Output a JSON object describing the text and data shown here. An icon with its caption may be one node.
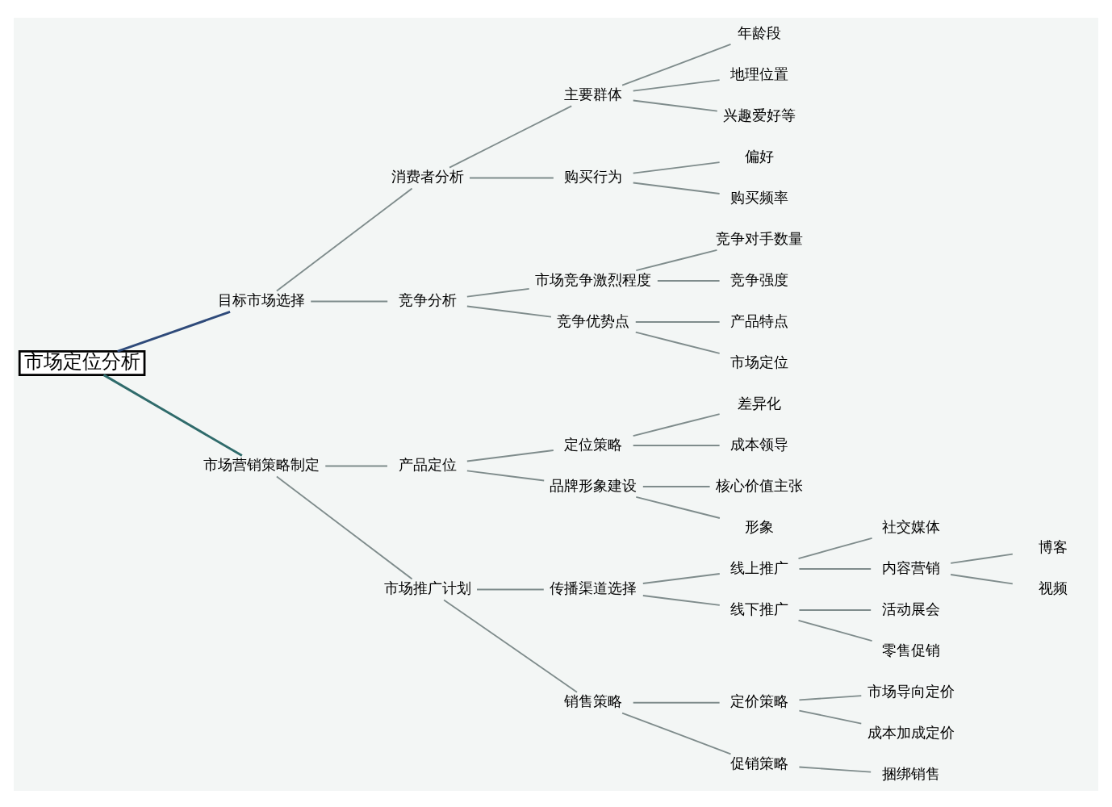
{
  "diagram": {
    "nodes": [
      {
        "text": [
          "市场定位分析"
        ]
      },
      {
        "text": [
          "目标市场选择"
        ]
      },
      {
        "text": [
          "消费者分析"
        ]
      },
      {
        "text": [
          "主要群体"
        ]
      },
      {
        "text": [
          "年龄段"
        ]
      },
      {
        "text": [
          "地理位置"
        ]
      },
      {
        "text": [
          "兴趣爱好等"
        ]
      },
      {
        "text": [
          "购买行为"
        ]
      },
      {
        "text": [
          "偏好"
        ]
      },
      {
        "text": [
          "购买频率"
        ]
      },
      {
        "text": [
          "竞争分析"
        ]
      },
      {
        "text": [
          "市场竞争激烈程度"
        ]
      },
      {
        "text": [
          "竞争对手数量"
        ]
      },
      {
        "text": [
          "竞争强度"
        ]
      },
      {
        "text": [
          "竞争优势点"
        ]
      },
      {
        "text": [
          "产品特点"
        ]
      },
      {
        "text": [
          "市场定位"
        ]
      },
      {
        "text": [
          "市场营销策略制定"
        ]
      },
      {
        "text": [
          "产品定位"
        ]
      },
      {
        "text": [
          "定位策略"
        ]
      },
      {
        "text": [
          "差异化"
        ]
      },
      {
        "text": [
          "成本领导"
        ]
      },
      {
        "text": [
          "品牌形象建设"
        ]
      },
      {
        "text": [
          "核心价值主张"
        ]
      },
      {
        "text": [
          "形象"
        ]
      },
      {
        "text": [
          "市场推广计划"
        ]
      },
      {
        "text": [
          "传播渠道选择"
        ]
      },
      {
        "text": [
          "线上推广"
        ]
      },
      {
        "text": [
          "社交媒体"
        ]
      },
      {
        "text": [
          "内容营销"
        ]
      },
      {
        "text": [
          "博客"
        ]
      },
      {
        "text": [
          "视频"
        ]
      },
      {
        "text": [
          "线下推广"
        ]
      },
      {
        "text": [
          "活动展会"
        ]
      },
      {
        "text": [
          "零售促销"
        ]
      },
      {
        "text": [
          "销售策略"
        ]
      },
      {
        "text": [
          "定价策略"
        ]
      },
      {
        "text": [
          "市场导向定价"
        ]
      },
      {
        "text": [
          "成本加成定价"
        ]
      },
      {
        "text": [
          "促销策略"
        ]
      },
      {
        "text": [
          "捆绑销售"
        ]
      }
    ],
    "edges": [
      {
        "from": 0,
        "to": 1,
        "arrow": "none",
        "color": "#2e4a7a"
      },
      {
        "from": 1,
        "to": 2,
        "arrow": "none"
      },
      {
        "from": 2,
        "to": 3,
        "arrow": "none"
      },
      {
        "from": 3,
        "to": 4,
        "arrow": "none"
      },
      {
        "from": 3,
        "to": 5,
        "arrow": "none"
      },
      {
        "from": 3,
        "to": 6,
        "arrow": "none"
      },
      {
        "from": 2,
        "to": 7,
        "arrow": "none"
      },
      {
        "from": 7,
        "to": 8,
        "arrow": "none"
      },
      {
        "from": 7,
        "to": 9,
        "arrow": "none"
      },
      {
        "from": 1,
        "to": 10,
        "arrow": "none"
      },
      {
        "from": 10,
        "to": 11,
        "arrow": "none"
      },
      {
        "from": 11,
        "to": 12,
        "arrow": "none"
      },
      {
        "from": 11,
        "to": 13,
        "arrow": "none"
      },
      {
        "from": 10,
        "to": 14,
        "arrow": "none"
      },
      {
        "from": 14,
        "to": 15,
        "arrow": "none"
      },
      {
        "from": 14,
        "to": 16,
        "arrow": "none"
      },
      {
        "from": 0,
        "to": 17,
        "arrow": "none",
        "color": "#2f6b6b"
      },
      {
        "from": 17,
        "to": 18,
        "arrow": "none"
      },
      {
        "from": 18,
        "to": 19,
        "arrow": "none"
      },
      {
        "from": 19,
        "to": 20,
        "arrow": "none"
      },
      {
        "from": 19,
        "to": 21,
        "arrow": "none"
      },
      {
        "from": 18,
        "to": 22,
        "arrow": "none"
      },
      {
        "from": 22,
        "to": 23,
        "arrow": "none"
      },
      {
        "from": 22,
        "to": 24,
        "arrow": "none"
      },
      {
        "from": 17,
        "to": 25,
        "arrow": "none"
      },
      {
        "from": 25,
        "to": 26,
        "arrow": "none"
      },
      {
        "from": 26,
        "to": 27,
        "arrow": "none"
      },
      {
        "from": 27,
        "to": 28,
        "arrow": "none"
      },
      {
        "from": 27,
        "to": 29,
        "arrow": "none"
      },
      {
        "from": 29,
        "to": 30,
        "arrow": "none"
      },
      {
        "from": 29,
        "to": 31,
        "arrow": "none"
      },
      {
        "from": 26,
        "to": 32,
        "arrow": "none"
      },
      {
        "from": 32,
        "to": 33,
        "arrow": "none"
      },
      {
        "from": 32,
        "to": 34,
        "arrow": "none"
      },
      {
        "from": 25,
        "to": 35,
        "arrow": "none"
      },
      {
        "from": 35,
        "to": 36,
        "arrow": "none"
      },
      {
        "from": 36,
        "to": 37,
        "arrow": "none"
      },
      {
        "from": 36,
        "to": 38,
        "arrow": "none"
      },
      {
        "from": 35,
        "to": 39,
        "arrow": "none"
      },
      {
        "from": 39,
        "to": 40,
        "arrow": "none"
      }
    ]
  }
}
